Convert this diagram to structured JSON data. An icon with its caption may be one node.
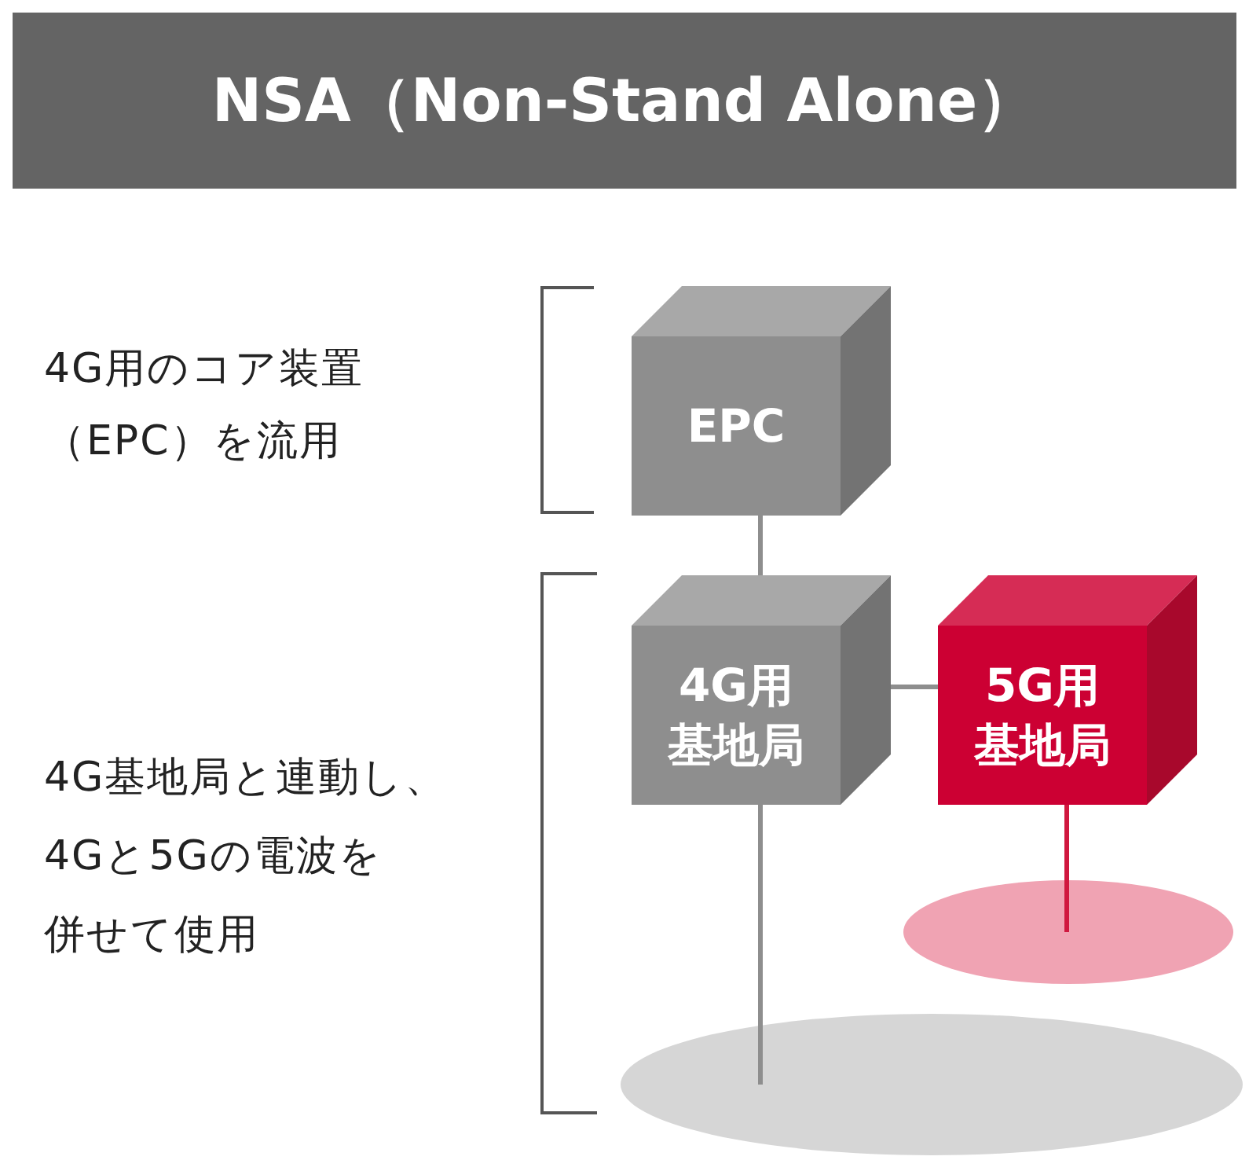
{
  "diagram": {
    "title": "NSA（Non-Stand Alone）",
    "nodes": [
      {
        "text": [
          "EPC"
        ]
      },
      {
        "text": [
          "4G用基地局"
        ]
      },
      {
        "text": [
          "5G用基地局"
        ]
      },
      {
        "text": [],
        "shape": "ellipse"
      },
      {
        "text": [],
        "shape": "ellipse"
      }
    ],
    "edges": [
      {
        "from": 0,
        "to": 1,
        "arrow": "none"
      },
      {
        "from": 1,
        "to": 2,
        "arrow": "none"
      },
      {
        "from": 2,
        "to": 3,
        "arrow": "none",
        "color": "#d0183f"
      },
      {
        "from": 1,
        "to": 4,
        "arrow": "none"
      }
    ],
    "labels": [
      "4G用のコア装置（EPC）を流用",
      "4G基地局と連動し、4Gと5Gの電波を併せて使用"
    ]
  }
}
